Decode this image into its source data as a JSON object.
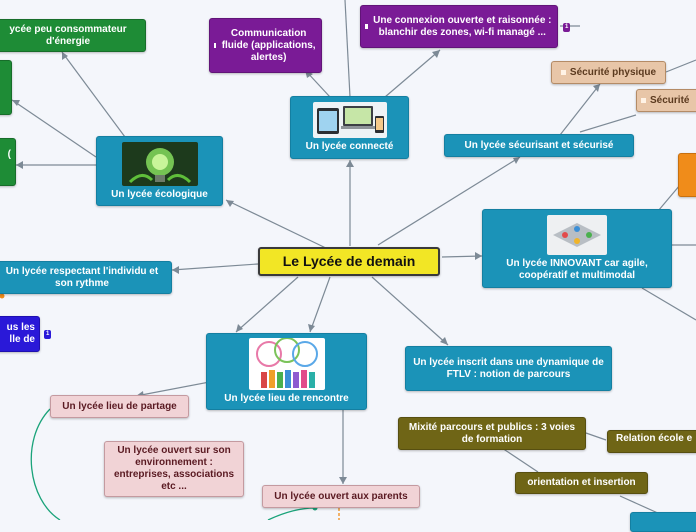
{
  "center": "Le Lycée de demain",
  "nodes": {
    "connecte": "Un lycée connecté",
    "ecologique": "Un lycée écologique",
    "securise": "Un lycée sécurisant et sécurisé",
    "innovant": "Un lycée  INNOVANT car agile, coopératif et multimodal",
    "rythme": "Un lycée respectant l'individu et son rythme",
    "rencontre": "Un lycée lieu de rencontre",
    "ftlv": "Un lycée inscrit dans une dynamique de FTLV : notion de parcours",
    "partage": "Un lycée lieu de partage",
    "environnement": "Un lycée ouvert sur son environnement : entreprises, associations etc ...",
    "parents": "Un lycée ouvert aux parents",
    "communication": "Communication fluide (applications, alertes)",
    "connexion": "Une connexion ouverte et raisonnée : blanchir des zones, wi-fi managé ...",
    "securite_physique": "Sécurité physique",
    "securite_cut": "Sécurité",
    "consommateur": "ycée peu consommateur d'énergie",
    "mixite": "Mixité parcours et publics : 3 voies de formation",
    "relation": "Relation école e",
    "orientation": "orientation et insertion",
    "blue_cut_1": "us les",
    "blue_cut_2": "lle de",
    "green_cut": "("
  },
  "badges": {
    "connexion": "1",
    "rythme": "1"
  },
  "colors": {
    "teal": "#1b93b8",
    "green": "#1e8c36",
    "purple": "#7a1b96",
    "blue": "#2a19d8",
    "center": "#f2e625",
    "pink": "#f1d3d6",
    "tan": "#e8c6a8",
    "olive": "#6f6516",
    "orange": "#f08c1a"
  }
}
